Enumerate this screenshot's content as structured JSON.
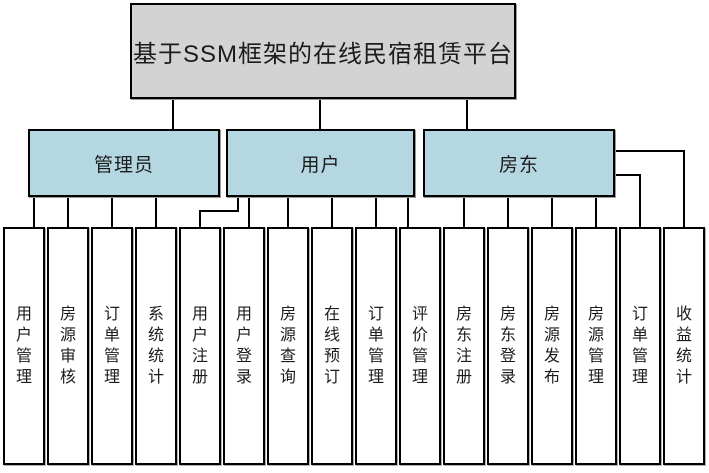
{
  "diagram": {
    "title": "基于SSM框架的在线民宿租赁平台",
    "roles": [
      {
        "label": "管理员",
        "children": [
          "用户管理",
          "房源审核",
          "订单管理",
          "系统统计"
        ]
      },
      {
        "label": "用户",
        "children": [
          "用户注册",
          "用户登录",
          "房源查询",
          "在线预订",
          "订单管理",
          "评价管理"
        ]
      },
      {
        "label": "房东",
        "children": [
          "房东注册",
          "房东登录",
          "房源发布",
          "房源管理",
          "订单管理",
          "收益统计"
        ]
      }
    ],
    "colors": {
      "root_fill": "#d3d3d3",
      "role_fill": "#b4d7e2",
      "leaf_fill": "#ffffff",
      "line": "#000000"
    }
  }
}
